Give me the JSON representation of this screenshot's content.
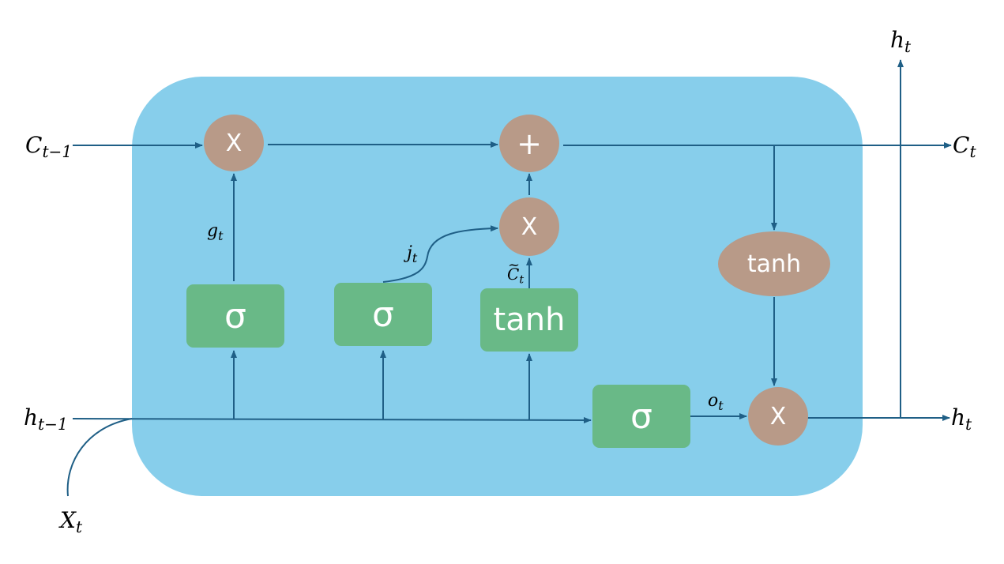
{
  "colors": {
    "cell_background": "#87ceeb",
    "operator_node": "#b89a88",
    "gate_node": "#69b987",
    "wire": "#1f5f86"
  },
  "inputs": {
    "cell_prev": {
      "base": "C",
      "sub": "t−1"
    },
    "hidden_prev": {
      "base": "h",
      "sub": "t−1"
    },
    "x_in": {
      "base": "X",
      "sub": "t"
    }
  },
  "outputs": {
    "cell": {
      "base": "C",
      "sub": "t"
    },
    "hidden_right": {
      "base": "h",
      "sub": "t"
    },
    "hidden_top": {
      "base": "h",
      "sub": "t"
    }
  },
  "signals": {
    "g": {
      "base": "g",
      "sub": "t"
    },
    "j": {
      "base": "j",
      "sub": "t"
    },
    "c_tilde": {
      "base": "C",
      "sub": "t"
    },
    "o": {
      "base": "o",
      "sub": "t"
    }
  },
  "operators": {
    "forget_mult": "X",
    "cell_add": "+",
    "input_mult": "X",
    "output_mult": "X",
    "tanh_cell": "tanh"
  },
  "gates": {
    "forget_sigma": "σ",
    "input_sigma": "σ",
    "candidate_tanh": "tanh",
    "output_sigma": "σ"
  }
}
